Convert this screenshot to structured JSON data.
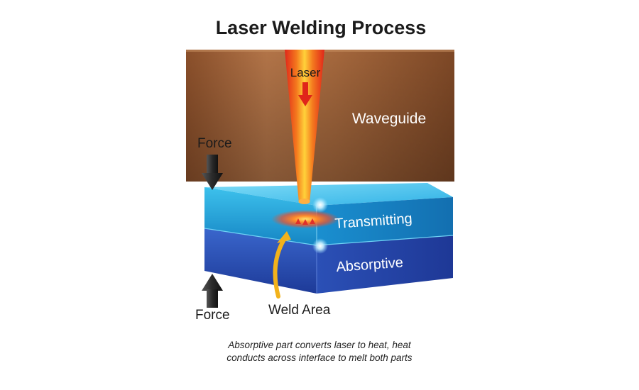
{
  "title": "Laser Welding Process",
  "labels": {
    "laser": "Laser",
    "waveguide": "Waveguide",
    "force_top": "Force",
    "force_bottom": "Force",
    "transmitting": "Transmitting",
    "absorptive": "Absorptive",
    "weld_area": "Weld Area"
  },
  "caption": {
    "line1": "Absorptive part converts laser to heat, heat",
    "line2": "conducts across interface to melt both parts"
  },
  "colors": {
    "waveguide": "#a0643a",
    "transmitting": "#2aa8dc",
    "absorptive": "#2a4fb8",
    "laser_core": "#ffcc33",
    "laser_edge": "#e02a1c",
    "force_arrow": "#2e2e2e",
    "weld_arrow": "#f2b21b"
  }
}
